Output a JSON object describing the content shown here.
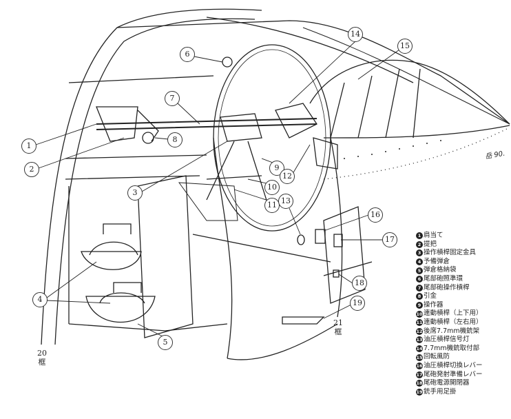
{
  "legend": [
    {
      "num": "1",
      "label": "肩当て"
    },
    {
      "num": "2",
      "label": "提把"
    },
    {
      "num": "3",
      "label": "操作槓桿固定金具"
    },
    {
      "num": "4",
      "label": "予備弾倉"
    },
    {
      "num": "5",
      "label": "弾倉格納袋"
    },
    {
      "num": "6",
      "label": "尾部砲照準環"
    },
    {
      "num": "7",
      "label": "尾部砲操作槓桿"
    },
    {
      "num": "8",
      "label": "引金"
    },
    {
      "num": "9",
      "label": "操作器"
    },
    {
      "num": "10",
      "label": "連動槓桿（上下用）"
    },
    {
      "num": "11",
      "label": "連動槓桿（左右用）"
    },
    {
      "num": "12",
      "label": "後席7.7mm機銃架"
    },
    {
      "num": "13",
      "label": "油圧槓桿信号灯"
    },
    {
      "num": "14",
      "label": "7.7mm機銃取付部"
    },
    {
      "num": "15",
      "label": "回転風防"
    },
    {
      "num": "16",
      "label": "油圧槓桿切換レバー"
    },
    {
      "num": "17",
      "label": "尾砲発射準備レバー"
    },
    {
      "num": "18",
      "label": "尾砲電源開閉器"
    },
    {
      "num": "19",
      "label": "銃手用足掛"
    }
  ],
  "frames": {
    "f20": "20",
    "f20_sub": "框",
    "f21": "21",
    "f21_sub": "框"
  },
  "signature": "岳 90."
}
